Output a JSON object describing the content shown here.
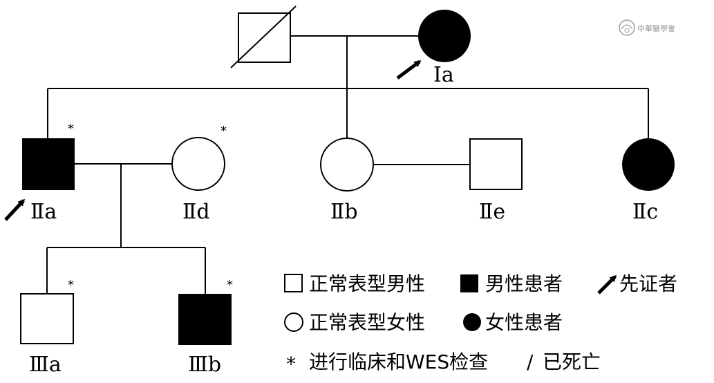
{
  "watermark": {
    "text": "中華醫學會",
    "icon": "society-logo-icon",
    "color": "#999999"
  },
  "pedigree": {
    "labels": {
      "Ia": "Ⅰa",
      "IIa": "Ⅱa",
      "IId": "Ⅱd",
      "IIb": "Ⅱb",
      "IIe": "Ⅱe",
      "IIc": "Ⅱc",
      "IIIa": "Ⅲa",
      "IIIb": "Ⅲb"
    },
    "examined_mark": "*",
    "affected_color": "#000000",
    "unaffected_color": "#ffffff"
  },
  "legend": {
    "normal_male": "正常表型男性",
    "affected_male": "男性患者",
    "proband": "先证者",
    "normal_female": "正常表型女性",
    "affected_female": "女性患者",
    "exam_mark": "*",
    "exam_text": "进行临床和WES检查",
    "deceased_mark": "/",
    "deceased_text": "已死亡"
  }
}
